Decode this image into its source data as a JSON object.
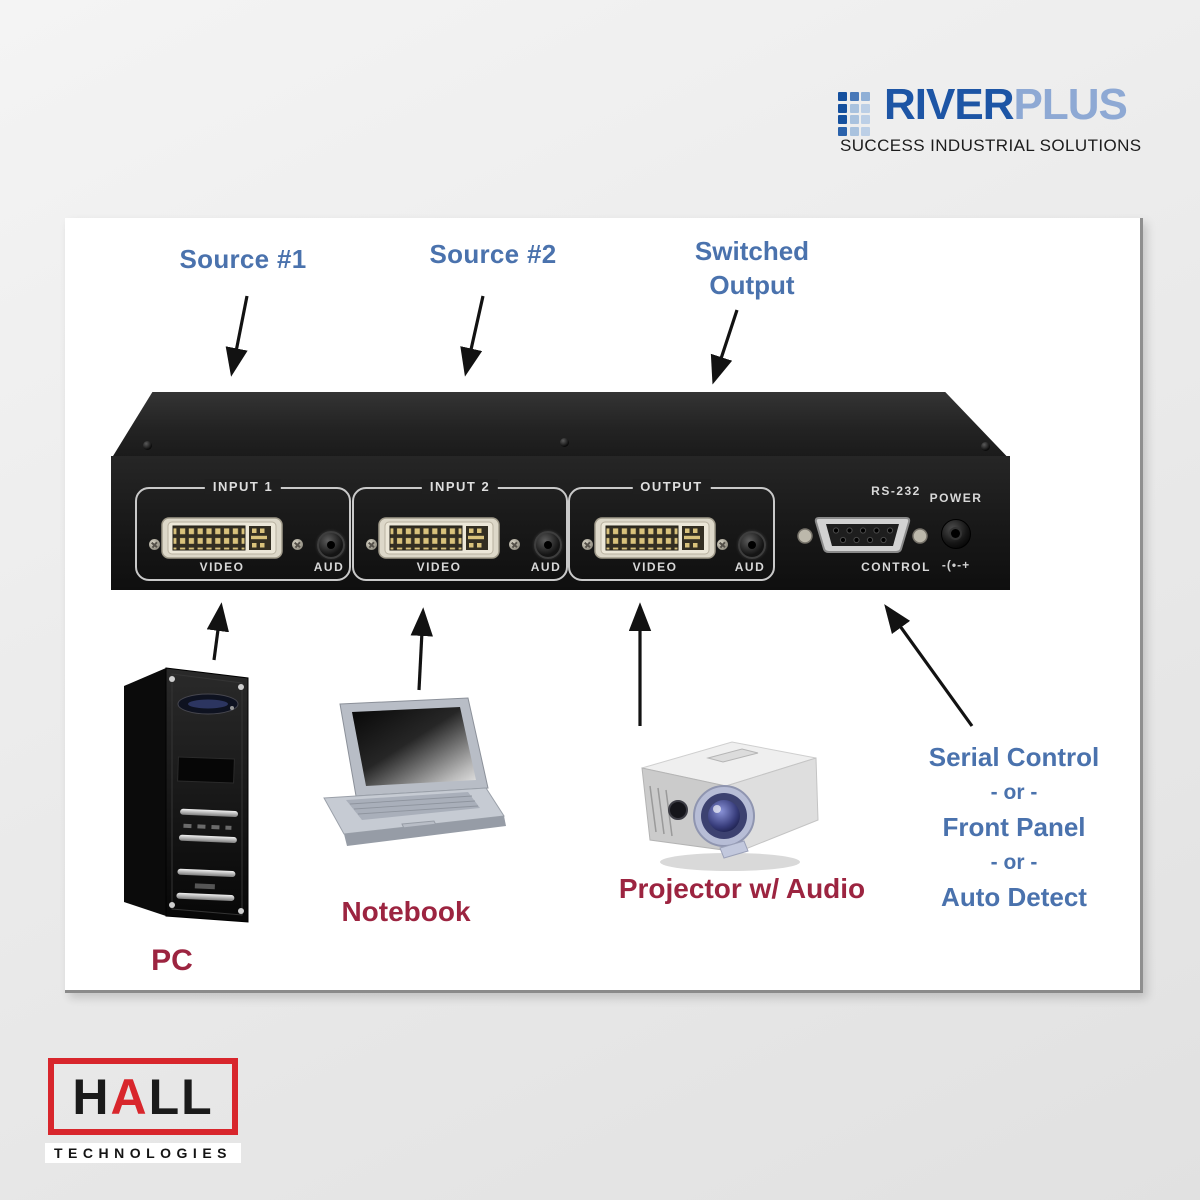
{
  "riverplus_logo": {
    "text_primary": "RIVER",
    "text_secondary": "PLUS",
    "tagline": "SUCCESS INDUSTRIAL SOLUTIONS",
    "colors": {
      "primary": "#1d55a5",
      "secondary": "#8ea9d4"
    },
    "grid_colors": [
      [
        "#15509e",
        "#4878b8",
        "#8fafd6"
      ],
      [
        "#15509e",
        "#a9c2de",
        "#bccfe6"
      ],
      [
        "#15509e",
        "#a9c2de",
        "#bccfe6"
      ],
      [
        "#2a62ab",
        "#a9c2de",
        "#bccfe6"
      ]
    ]
  },
  "hall_logo": {
    "word_part1": "H",
    "word_part2": "A",
    "word_part3": "LL",
    "subtitle": "TECHNOLOGIES",
    "accent_color": "#d8262c"
  },
  "diagram": {
    "label_color_blue": "#4a72ad",
    "label_color_maroon": "#9c2440",
    "source1_label": "Source #1",
    "source2_label": "Source #2",
    "switched_line1": "Switched",
    "switched_line2": "Output",
    "pc_label": "PC",
    "notebook_label": "Notebook",
    "projector_label": "Projector w/ Audio",
    "control_options": [
      "Serial Control",
      "- or -",
      "Front Panel",
      "- or -",
      "Auto Detect"
    ]
  },
  "device_panel": {
    "sections": [
      {
        "title": "INPUT 1",
        "video": "VIDEO",
        "audio": "AUD"
      },
      {
        "title": "INPUT 2",
        "video": "VIDEO",
        "audio": "AUD"
      },
      {
        "title": "OUTPUT",
        "video": "VIDEO",
        "audio": "AUD"
      }
    ],
    "serial_title": "RS-232",
    "serial_sub": "CONTROL",
    "power_title": "POWER",
    "power_polarity": "-(•-+"
  }
}
